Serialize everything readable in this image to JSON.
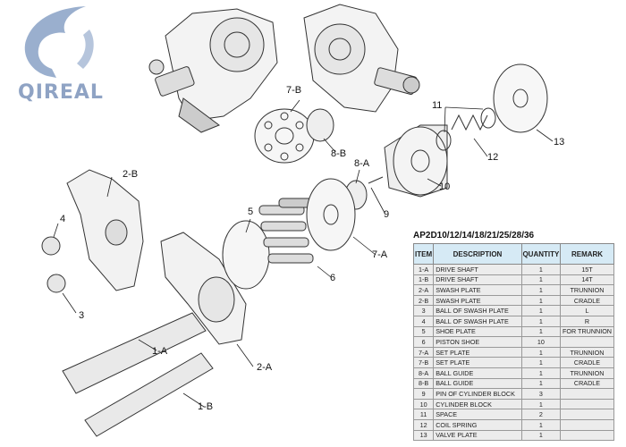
{
  "logo": {
    "text": "QIREAL"
  },
  "callouts": {
    "l1a": "1-A",
    "l1b": "1-B",
    "l2a": "2-A",
    "l2b": "2-B",
    "l3": "3",
    "l4": "4",
    "l5": "5",
    "l6": "6",
    "l7a": "7-A",
    "l7b": "7-B",
    "l8a": "8-A",
    "l8b": "8-B",
    "l9": "9",
    "l10": "10",
    "l11": "11",
    "l12": "12",
    "l13": "13"
  },
  "parts_table": {
    "title": "AP2D10/12/14/18/21/25/28/36",
    "headers": [
      "ITEM",
      "DESCRIPTION",
      "QUANTITY",
      "REMARK"
    ],
    "rows": [
      [
        "1-A",
        "DRIVE SHAFT",
        "1",
        "15T"
      ],
      [
        "1-B",
        "DRIVE SHAFT",
        "1",
        "14T"
      ],
      [
        "2-A",
        "SWASH PLATE",
        "1",
        "TRUNNION"
      ],
      [
        "2-B",
        "SWASH PLATE",
        "1",
        "CRADLE"
      ],
      [
        "3",
        "BALL OF SWASH PLATE",
        "1",
        "L"
      ],
      [
        "4",
        "BALL OF SWASH PLATE",
        "1",
        "R"
      ],
      [
        "5",
        "SHOE PLATE",
        "1",
        "FOR TRUNNION"
      ],
      [
        "6",
        "PISTON SHOE",
        "10",
        ""
      ],
      [
        "7-A",
        "SET PLATE",
        "1",
        "TRUNNION"
      ],
      [
        "7-B",
        "SET PLATE",
        "1",
        "CRADLE"
      ],
      [
        "8-A",
        "BALL GUIDE",
        "1",
        "TRUNNION"
      ],
      [
        "8-B",
        "BALL GUIDE",
        "1",
        "CRADLE"
      ],
      [
        "9",
        "PIN OF CYLINDER BLOCK",
        "3",
        ""
      ],
      [
        "10",
        "CYLINDER BLOCK",
        "1",
        ""
      ],
      [
        "11",
        "SPACE",
        "2",
        ""
      ],
      [
        "12",
        "COIL SPRING",
        "1",
        ""
      ],
      [
        "13",
        "VALVE PLATE",
        "1",
        ""
      ]
    ]
  }
}
